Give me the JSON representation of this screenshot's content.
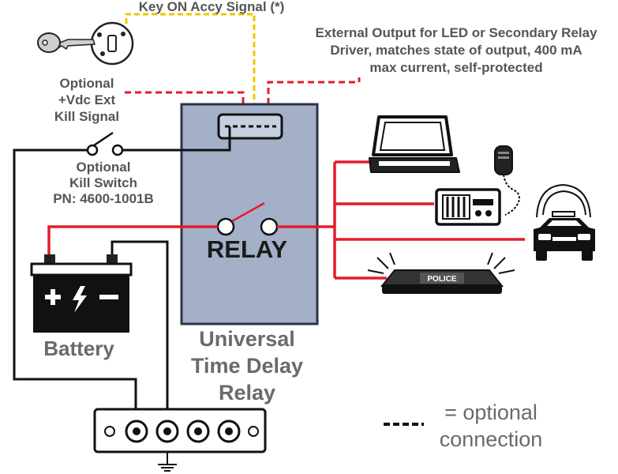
{
  "labels": {
    "key_signal": "Key ON Accy Signal (*)",
    "external_output_line1": "External Output for LED or Secondary Relay",
    "external_output_line2": "Driver, matches state of output, 400 mA",
    "external_output_line3": "max current, self-protected",
    "optional_kill_line1": "Optional",
    "optional_kill_line2": "+Vdc Ext",
    "optional_kill_line3": "Kill Signal",
    "kill_switch_line1": "Optional",
    "kill_switch_line2": "Kill Switch",
    "kill_switch_line3": "PN: 4600-1001B",
    "relay": "RELAY",
    "battery": "Battery",
    "device_line1": "Universal",
    "device_line2": "Time Delay",
    "device_line3": "Relay",
    "police": "POLICE",
    "legend_line1": "= optional",
    "legend_line2": "connection"
  },
  "colors": {
    "wire_power": "#e11d2a",
    "wire_ground": "#111111",
    "wire_signal": "#f2c500",
    "relay_box": "#a4b0c8",
    "relay_border": "#2c3548",
    "label_text": "#555555"
  }
}
